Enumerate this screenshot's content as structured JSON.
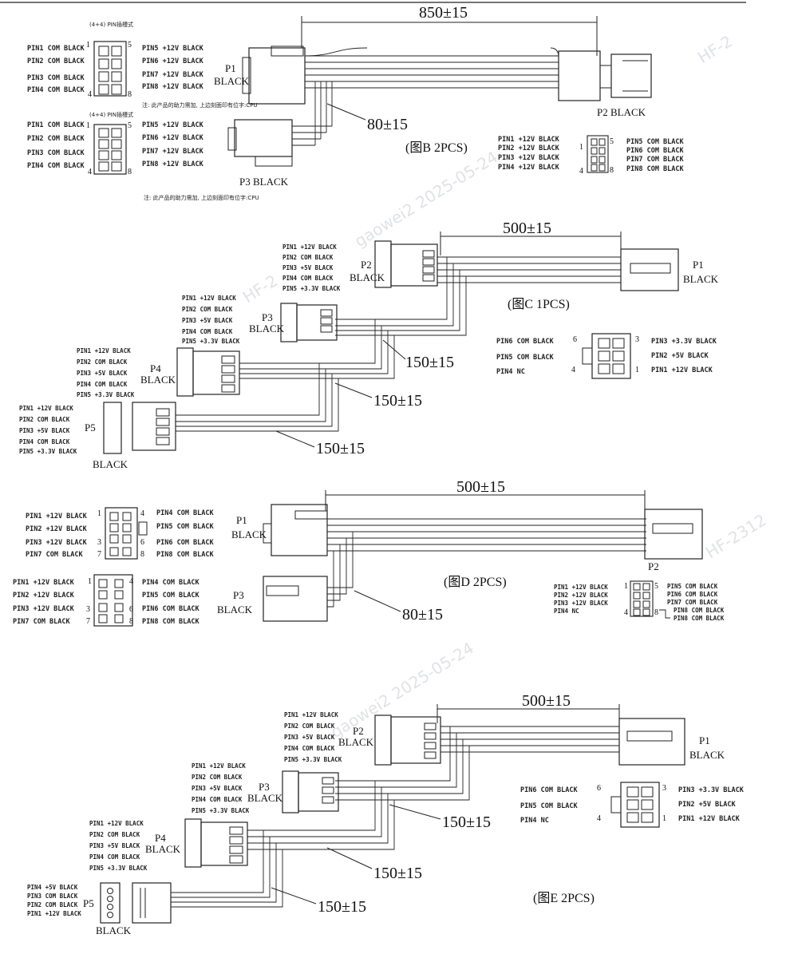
{
  "watermarks": [
    "gaowei2 2025-05-24",
    "HF-2",
    "HF-2312",
    "HF-2312"
  ],
  "figB": {
    "dimension_main": "850±15",
    "dimension_branch": "80±15",
    "caption": "(图B 2PCS)",
    "p1_label": [
      "P1",
      "BLACK"
    ],
    "p2_label": "P2 BLACK",
    "p3_label": "P3 BLACK",
    "connector_title": "(4+4) PIN插槽式",
    "left_pins_top": [
      "PIN1 COM BLACK",
      "PIN2 COM BLACK",
      "PIN3 COM BLACK",
      "PIN4 COM BLACK"
    ],
    "right_pins_top": [
      "PIN5 +12V BLACK",
      "PIN6 +12V BLACK",
      "PIN7 +12V BLACK",
      "PIN8 +12V BLACK"
    ],
    "left_pins_bottom": [
      "PIN1 COM BLACK",
      "PIN2 COM BLACK",
      "PIN3 COM BLACK",
      "PIN4 COM BLACK"
    ],
    "right_pins_bottom": [
      "PIN5 +12V BLACK",
      "PIN6 +12V BLACK",
      "PIN7 +12V BLACK",
      "PIN8 +12V BLACK"
    ],
    "note1": "注: 此产品的助力需加, 上边刻面印有位字:CPU",
    "note2": "注: 此产品的助力需加, 上边刻面印有位字:CPU",
    "p2_left_pins": [
      "PIN1 +12V BLACK",
      "PIN2 +12V BLACK",
      "PIN3 +12V BLACK",
      "PIN4 +12V BLACK"
    ],
    "p2_right_pins": [
      "PIN5 COM BLACK",
      "PIN6 COM BLACK",
      "PIN7 COM BLACK",
      "PIN8 COM BLACK"
    ],
    "pin_nums": [
      "1",
      "5",
      "4",
      "8"
    ]
  },
  "figC": {
    "dimension_main": "500±15",
    "dimension_b1": "150±15",
    "dimension_b2": "150±15",
    "dimension_b3": "150±15",
    "caption": "(图C 1PCS)",
    "p1_label": [
      "P1",
      "BLACK"
    ],
    "p2_label": [
      "P2",
      "BLACK"
    ],
    "p3_label": [
      "P3",
      "BLACK"
    ],
    "p4_label": [
      "P4",
      "BLACK"
    ],
    "p5_label": "P5",
    "p5_sub": "BLACK",
    "sata_pins": [
      "PIN1 +12V BLACK",
      "PIN2 COM BLACK",
      "PIN3 +5V BLACK",
      "PIN4 COM BLACK",
      "PIN5 +3.3V BLACK"
    ],
    "p1_left": [
      "PIN6 COM BLACK",
      "PIN5 COM BLACK",
      "PIN4 NC"
    ],
    "p1_right": [
      "PIN3 +3.3V BLACK",
      "PIN2 +5V BLACK",
      "PIN1 +12V BLACK"
    ],
    "p1_nums": [
      "6",
      "3",
      "4",
      "1"
    ]
  },
  "figD": {
    "dimension_main": "500±15",
    "dimension_branch": "80±15",
    "caption": "(图D 2PCS)",
    "p1_label": [
      "P1",
      "BLACK"
    ],
    "p2_label": "P2",
    "p3_label": [
      "P3",
      "BLACK"
    ],
    "top_left": [
      "PIN1 +12V BLACK",
      "PIN2 +12V BLACK",
      "PIN3 +12V BLACK",
      "PIN7 COM  BLACK"
    ],
    "top_right": [
      "PIN4 COM BLACK",
      "PIN5 COM BLACK",
      "PIN6 COM BLACK",
      "PIN8 COM BLACK"
    ],
    "bottom_left": [
      "PIN1 +12V BLACK",
      "PIN2 +12V BLACK",
      "PIN3 +12V BLACK",
      "PIN7 COM  BLACK"
    ],
    "bottom_right": [
      "PIN4 COM BLACK",
      "PIN5 COM BLACK",
      "PIN6 COM BLACK",
      "PIN8 COM BLACK"
    ],
    "conn_nums": [
      "1",
      "4",
      "3",
      "6",
      "7",
      "8"
    ],
    "p2_left": [
      "PIN1 +12V BLACK",
      "PIN2 +12V BLACK",
      "PIN3 +12V BLACK",
      "PIN4 NC"
    ],
    "p2_right": [
      "PIN5 COM BLACK",
      "PIN6 COM BLACK",
      "PIN7 COM BLACK",
      "PIN8 COM BLACK",
      "PIN8 COM BLACK"
    ],
    "p2_nums": [
      "1",
      "5",
      "4",
      "8"
    ]
  },
  "figE": {
    "dimension_main": "500±15",
    "dimension_b1": "150±15",
    "dimension_b2": "150±15",
    "dimension_b3": "150±15",
    "caption": "(图E 2PCS)",
    "p1_label": [
      "P1",
      "BLACK"
    ],
    "p2_label": [
      "P2",
      "BLACK"
    ],
    "p3_label": [
      "P3",
      "BLACK"
    ],
    "p4_label": [
      "P4",
      "BLACK"
    ],
    "p5_label": "P5",
    "p5_sub": "BLACK",
    "sata_pins": [
      "PIN1 +12V BLACK",
      "PIN2 COM BLACK",
      "PIN3 +5V BLACK",
      "PIN4 COM BLACK",
      "PIN5 +3.3V BLACK"
    ],
    "p5_pins": [
      "PIN4 +5V BLACK",
      "PIN3 COM BLACK",
      "PIN2 COM BLACK",
      "PIN1 +12V BLACK"
    ],
    "p1_left": [
      "PIN6 COM BLACK",
      "PIN5 COM BLACK",
      "PIN4 NC"
    ],
    "p1_right": [
      "PIN3 +3.3V BLACK",
      "PIN2 +5V BLACK",
      "PIN1 +12V BLACK"
    ],
    "p1_nums": [
      "6",
      "3",
      "4",
      "1"
    ]
  }
}
